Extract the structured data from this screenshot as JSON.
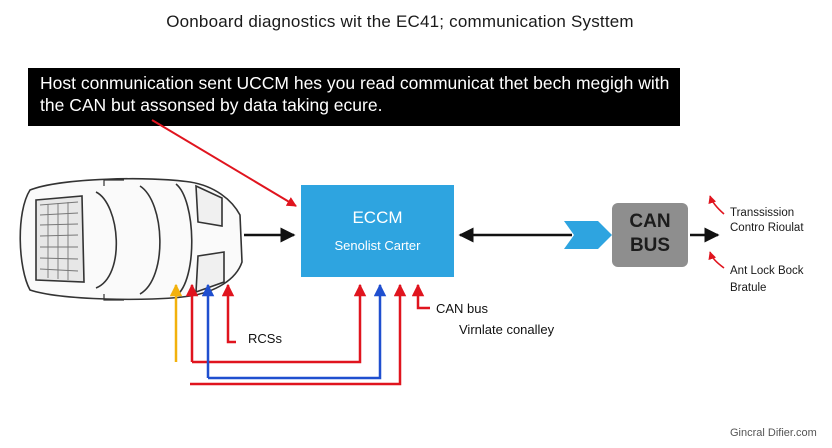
{
  "title": "Oonboard diagnostics wit the EC41; communication Systtem",
  "banner": {
    "line1": "Host conmunication sent UCCM hes you read communicat thet bech megigh with",
    "line2": "the CAN but assonsed by data taking ecure."
  },
  "ecm": {
    "title": "ECCM",
    "subtitle": "Senolist Carter",
    "fill_color": "#2ea4e0"
  },
  "can_bus_box": {
    "line1": "CAN",
    "line2": "BUS",
    "fill_color": "#8e8e8e"
  },
  "modules": {
    "transmission_line1": "Transsission",
    "transmission_line2": "Contro Rioulat",
    "abs_line1": "Ant Lock Bock",
    "abs_line2": "Bratule"
  },
  "labels": {
    "rcs": "RCSs",
    "can_bus": "CAN bus",
    "vibration": "Virnlate conalley"
  },
  "watermark": "Gincral Difier.com",
  "colors": {
    "red_wire": "#e0141e",
    "blue_wire": "#1f4fcf",
    "yellow_wire": "#f2b10c",
    "arrow_black": "#111111",
    "connector_blue": "#2ea4e0"
  }
}
